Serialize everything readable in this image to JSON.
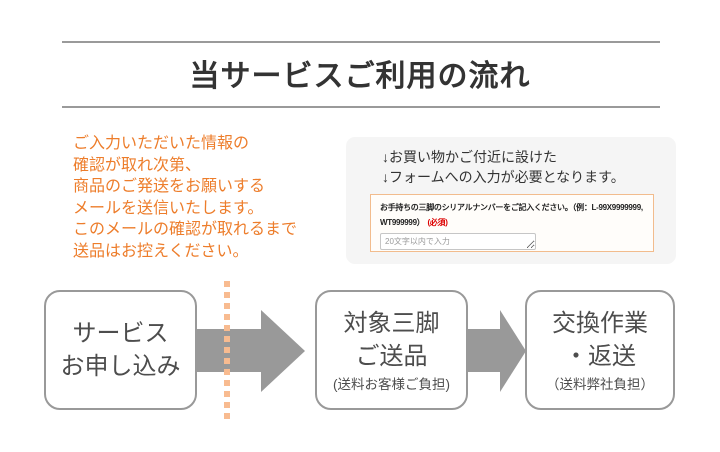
{
  "title": "当サービスご利用の流れ",
  "notice": {
    "lines": [
      "ご入力いただいた情報の",
      "確認が取れ次第、",
      "商品のご発送をお願いする",
      "メールを送信いたします。",
      "このメールの確認が取れるまで",
      "送品はお控えください。"
    ]
  },
  "form_panel": {
    "note_line1": "↓お買い物かご付近に設けた",
    "note_line2": "↓フォームへの入力が必要となります。",
    "field": {
      "label_line1": "お手持ちの三脚のシリアルナンバーをご記入ください。（例：L-99X9999999,",
      "label_line2": "WT999999）",
      "required_label": "(必須)",
      "placeholder": "20文字以内で入力"
    }
  },
  "flow": {
    "steps": [
      {
        "line1": "サービス",
        "line2": "お申し込み",
        "sub": ""
      },
      {
        "line1": "対象三脚",
        "line2": "ご送品",
        "sub": "(送料お客様ご負担)"
      },
      {
        "line1": "交換作業",
        "line2": "・返送",
        "sub": "（送料弊社負担）"
      }
    ]
  },
  "colors": {
    "accent_orange": "#ed7d2b",
    "dotted_orange": "#f8bb90",
    "field_border_orange": "#f2bc8d",
    "required_red": "#dd0000",
    "arrow_gray": "#999999",
    "box_border_gray": "#999999",
    "panel_bg": "#f5f5f5",
    "title_text": "#333333",
    "step_text": "#4d4d4d"
  }
}
